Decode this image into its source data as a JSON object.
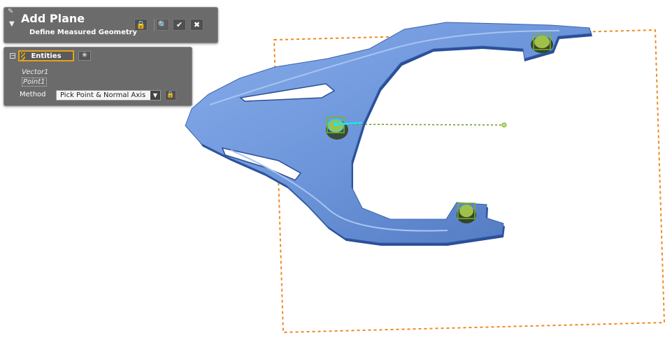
{
  "header": {
    "title": "Add Plane",
    "subtitle": "Define Measured Geometry",
    "collapse_glyph": "▼",
    "pin_glyph": "✎",
    "buttons": {
      "lock": "🔒",
      "search": "🔍",
      "ok": "✔",
      "cancel": "✖"
    }
  },
  "entities": {
    "expander_glyph": "−",
    "tab_label": "Entities",
    "sparkle_glyph": "✳",
    "items": [
      "Vector1",
      "Point1"
    ],
    "method_label": "Method",
    "method_value": "Pick Point & Normal Axis",
    "method_arrow": "▼",
    "method_lock": "🔒"
  },
  "colors": {
    "panel_bg": "#6b6b6b",
    "part_fill": "#6f98dc",
    "plane_outline": "#f08a1e",
    "selection_green": "#7ab51d",
    "vector_cyan": "#19e6ff",
    "highlight_orange": "#e3a21a"
  },
  "icons": [
    "pin-icon",
    "collapse-icon",
    "lock-icon",
    "search-icon",
    "check-icon",
    "close-icon",
    "sparkle-icon",
    "dropdown-arrow-icon"
  ]
}
